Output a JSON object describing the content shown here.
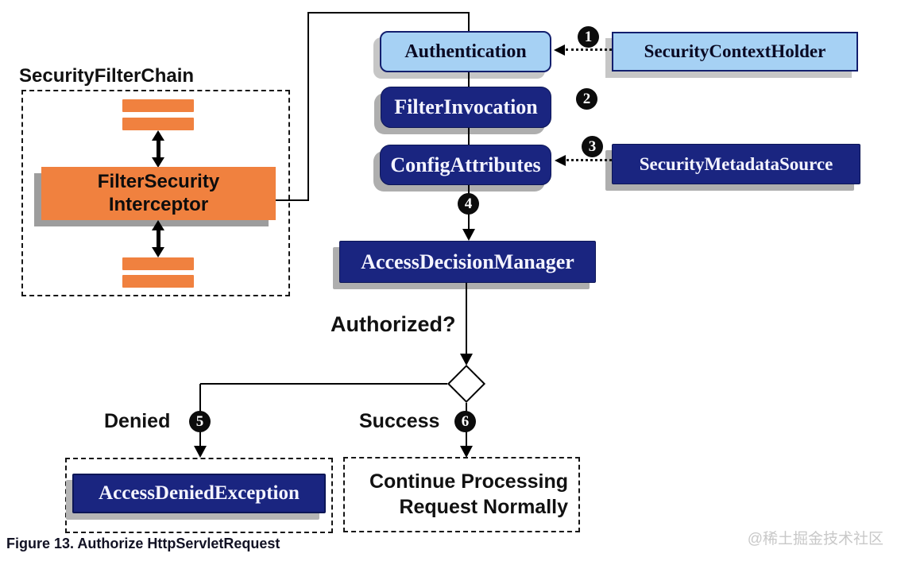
{
  "title": "Figure 13. Authorize HttpServletRequest",
  "watermark": "@稀土掘金技术社区",
  "filter_chain": {
    "label": "SecurityFilterChain",
    "interceptor": {
      "line1": "FilterSecurity",
      "line2": "Interceptor"
    }
  },
  "nodes": {
    "authentication": {
      "label": "Authentication"
    },
    "security_context_holder": {
      "label": "SecurityContextHolder"
    },
    "filter_invocation": {
      "label": "FilterInvocation"
    },
    "config_attributes": {
      "label": "ConfigAttributes"
    },
    "security_metadata_source": {
      "label": "SecurityMetadataSource"
    },
    "access_decision_manager": {
      "label": "AccessDecisionManager"
    },
    "access_denied_exception": {
      "label": "AccessDeniedException"
    },
    "continue_processing": {
      "line1": "Continue Processing",
      "line2": "Request Normally"
    }
  },
  "labels": {
    "authorized": "Authorized?",
    "denied": "Denied",
    "success": "Success"
  },
  "steps": [
    "1",
    "2",
    "3",
    "4",
    "5",
    "6"
  ],
  "colors": {
    "navy": "#1a2580",
    "light_blue": "#a6d1f4",
    "orange": "#f0813f",
    "line": "#000000",
    "box_shadow": "#aeaeae",
    "watermark": "#c8c8c8"
  }
}
